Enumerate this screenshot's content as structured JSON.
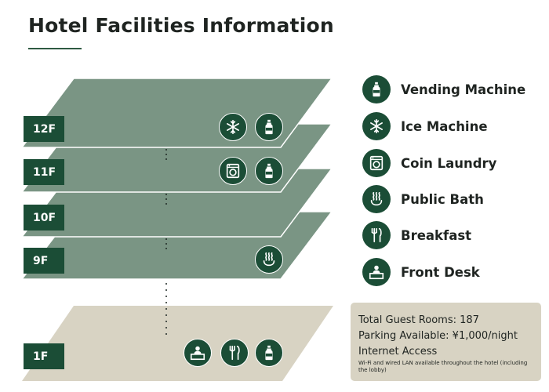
{
  "title": "Hotel Facilities Information",
  "colors": {
    "floor_upper": "#7a9584",
    "floor_lobby": "#d8d3c3",
    "label_bg": "#1b4d36",
    "icon_bg": "#1b4d36"
  },
  "floors": [
    {
      "label": "12F",
      "icons": [
        "ice-machine-icon",
        "vending-machine-icon"
      ]
    },
    {
      "label": "11F",
      "icons": [
        "coin-laundry-icon",
        "vending-machine-icon"
      ]
    },
    {
      "label": "10F",
      "icons": []
    },
    {
      "label": "9F",
      "icons": [
        "public-bath-icon"
      ]
    },
    {
      "label": "1F",
      "icons": [
        "front-desk-icon",
        "breakfast-icon",
        "vending-machine-icon"
      ]
    }
  ],
  "legend": [
    {
      "label": "Vending Machine",
      "icon": "vending-machine-icon"
    },
    {
      "label": "Ice Machine",
      "icon": "ice-machine-icon"
    },
    {
      "label": "Coin Laundry",
      "icon": "coin-laundry-icon"
    },
    {
      "label": "Public Bath",
      "icon": "public-bath-icon"
    },
    {
      "label": "Breakfast",
      "icon": "breakfast-icon"
    },
    {
      "label": "Front Desk",
      "icon": "front-desk-icon"
    }
  ],
  "info": {
    "rooms": "Total Guest Rooms: 187",
    "parking": "Parking Available: ¥1,000/night",
    "internet_title": "Internet Access",
    "internet_note": "Wi-Fi and wired LAN available throughout the hotel (including the lobby)"
  }
}
